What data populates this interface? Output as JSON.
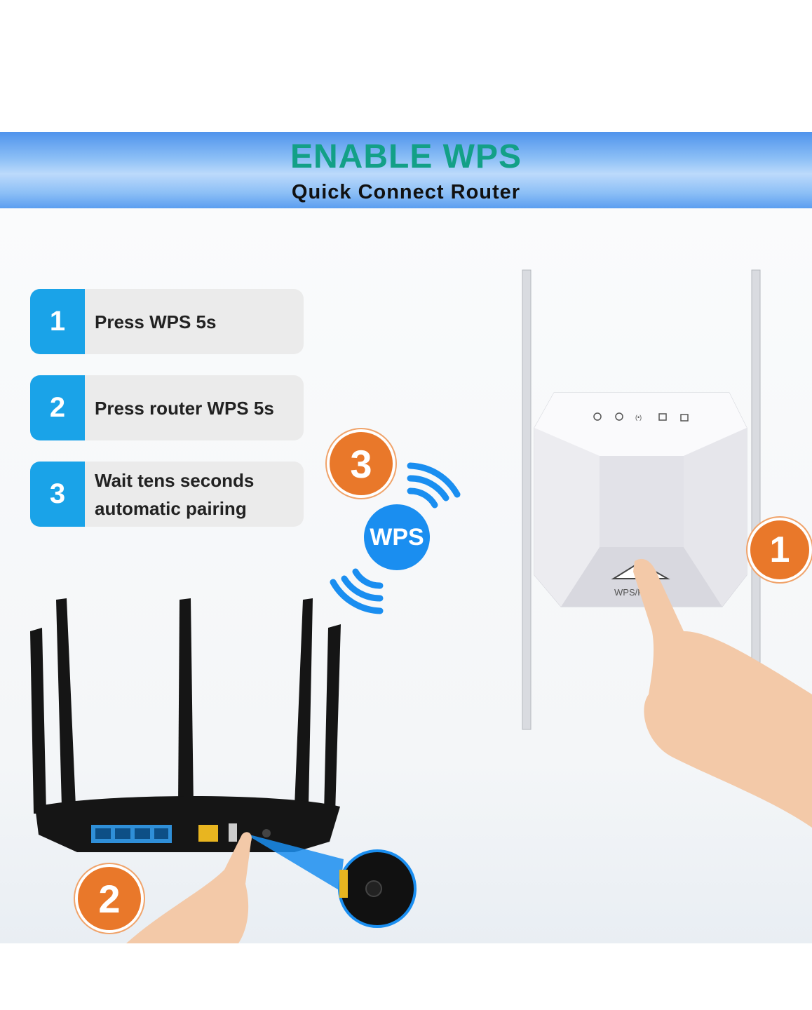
{
  "header": {
    "title": "ENABLE WPS",
    "subtitle": "Quick Connect Router"
  },
  "steps": [
    {
      "number": "1",
      "text": "Press WPS 5s"
    },
    {
      "number": "2",
      "text": "Press router WPS 5s"
    },
    {
      "number": "3",
      "text": "Wait tens seconds automatic pairing"
    }
  ],
  "badges": {
    "repeater": "1",
    "router": "2",
    "pairing": "3"
  },
  "wps_label": "WPS",
  "repeater_button_label": "WPS/R",
  "colors": {
    "title": "#13a087",
    "step_number_bg": "#1aa3e8",
    "badge": "#e9782a",
    "wps": "#1a8ef0"
  }
}
